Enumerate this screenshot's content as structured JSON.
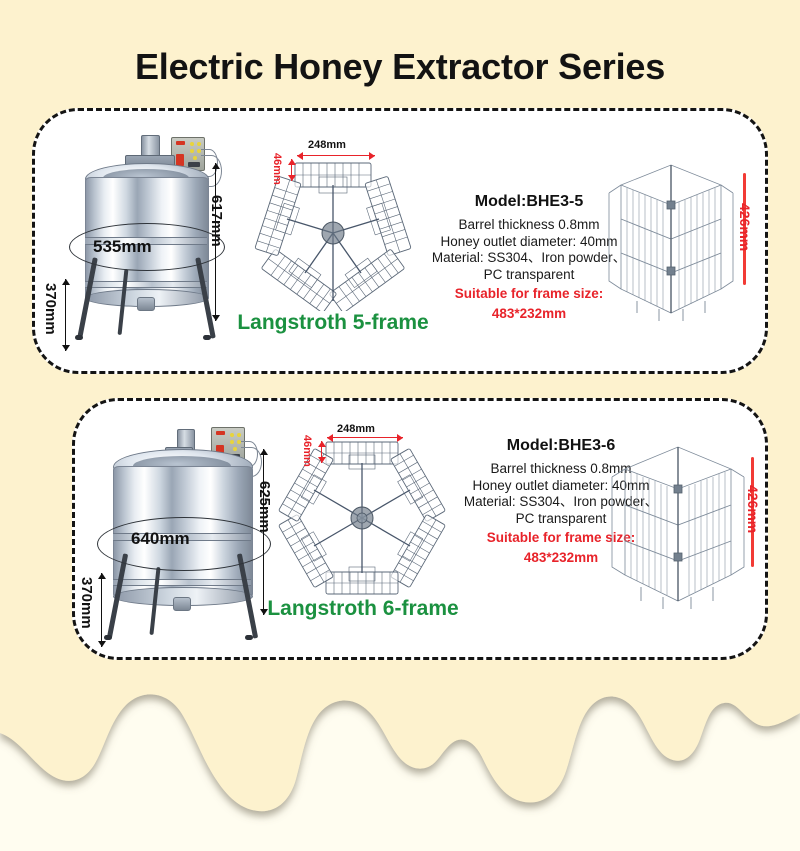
{
  "page": {
    "title": "Electric Honey Extractor Series",
    "background_color": "#fdf2ce",
    "panel_background": "#ffffff",
    "accent_green": "#1b9140",
    "accent_red": "#e8232a"
  },
  "products": [
    {
      "id": "bhe3-5",
      "model_label": "Model:BHE3-5",
      "frame_caption": "Langstroth 5-frame",
      "frame_count": 5,
      "machine_dims": {
        "diameter": "535mm",
        "height": "617mm",
        "leg_height": "370mm"
      },
      "basket_dims": {
        "frame_width": "248mm",
        "frame_depth": "46mm",
        "basket_height": "426mm"
      },
      "specs": [
        "Barrel thickness 0.8mm",
        "Honey outlet diameter: 40mm",
        "Material: SS304、Iron powder、",
        "PC transparent"
      ],
      "suitable_title": "Suitable for frame size:",
      "suitable_value": "483*232mm"
    },
    {
      "id": "bhe3-6",
      "model_label": "Model:BHE3-6",
      "frame_caption": "Langstroth 6-frame",
      "frame_count": 6,
      "machine_dims": {
        "diameter": "640mm",
        "height": "625mm",
        "leg_height": "370mm"
      },
      "basket_dims": {
        "frame_width": "248mm",
        "frame_depth": "46mm",
        "basket_height": "426mm"
      },
      "specs": [
        "Barrel thickness 0.8mm",
        "Honey outlet diameter: 40mm",
        "Material: SS304、Iron powder、",
        "PC transparent"
      ],
      "suitable_title": "Suitable for frame size:",
      "suitable_value": "483*232mm"
    }
  ]
}
